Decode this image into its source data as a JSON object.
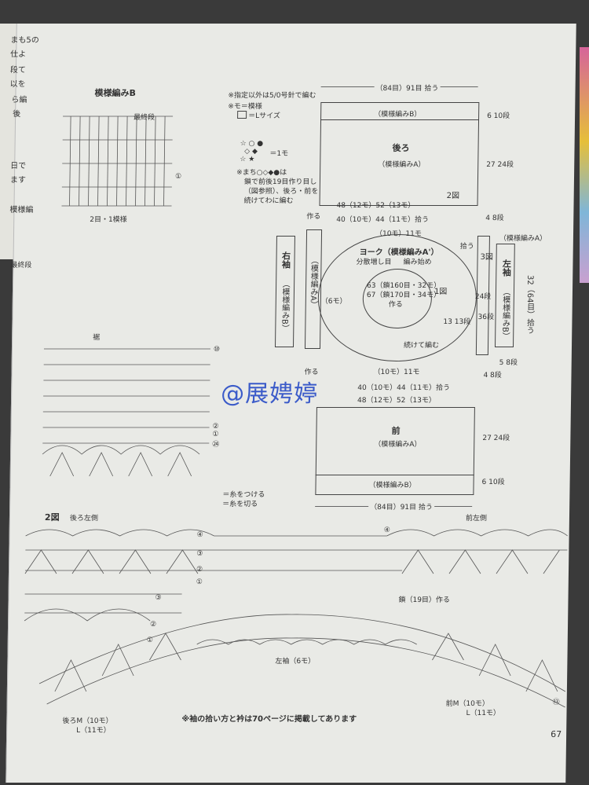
{
  "margin_text": [
    "まも5の",
    "仕よ",
    "段て",
    "以を",
    "ら編",
    "後",
    "",
    "日で",
    "ます",
    "",
    "模様編",
    "",
    "最終段"
  ],
  "pattern_b": {
    "title": "模様編みB",
    "last_row": "最終段",
    "row_1": "①",
    "repeat": "2目・1模様"
  },
  "notes": {
    "line1": "※指定以外は5/0号針で編む",
    "line2": "※モ＝模様",
    "line3": "＝Lサイズ",
    "eq_1mo": "＝1モ",
    "machi1": "※まち○◇◆●は",
    "machi2": "鎖で前後19目作り目し",
    "machi3": "（図参照）、後ろ・前を",
    "machi4": "続けてわに編む"
  },
  "back": {
    "top_dim": "（84目）91目 拾う",
    "band_top": "（模様編みB）",
    "title": "後ろ",
    "sub": "（模様編みA）",
    "fig2": "2図",
    "h_top": "6 10段",
    "h_mid": "27 24段",
    "h_bot": "4 8段",
    "row48": "48（12モ）52（13モ）",
    "row40": "40（10モ）44（11モ）拾う",
    "saku": "作る"
  },
  "yoke": {
    "top": "（10モ）11モ",
    "title": "ヨーク（模様編みA'）",
    "sub1": "分散増し目",
    "sub2": "編み始め",
    "center1": "63（鎖160目・32モ）",
    "center2": "67（鎖170目・34モ）",
    "center3": "作る",
    "fig1": "1図",
    "right13": "13 13段",
    "cont": "続けて編む",
    "bottom": "（10モ）11モ",
    "left6": "（6モ）",
    "right24": "24段",
    "right36": "36段"
  },
  "right_sleeve": {
    "title": "右袖",
    "sub": "（模様編みB）",
    "inner": "（模様編みA）"
  },
  "left_sleeve": {
    "title": "左袖",
    "sub": "（模様編みB）",
    "patA": "（模様編みA）",
    "len": "32（64目）拾う",
    "fig3": "3図",
    "bot": "5 8段",
    "pickup": "拾う"
  },
  "front": {
    "row40": "40（10モ）44（11モ）拾う",
    "row48": "48（12モ）52（13モ）",
    "title": "前",
    "sub": "（模様編みA）",
    "band": "（模様編みB）",
    "bottom_dim": "（84目）91目 拾う",
    "h_mid": "27 24段",
    "h_bot": "6 10段",
    "h_top": "4 8段",
    "saku": "作る"
  },
  "watermark": "@展娉婷",
  "hem": {
    "label": "裾",
    "row10": "⑩",
    "row2": "②",
    "row1": "①",
    "row24": "㉔"
  },
  "legend": {
    "attach": "＝糸をつける",
    "cut": "＝糸を切る"
  },
  "fig2_detail": {
    "title": "2図",
    "left_label": "後ろ左側",
    "right_label": "前左側",
    "chain": "鎖（19目）作る",
    "sleeve": "左袖（6モ）",
    "back_m": "後ろM（10モ）",
    "back_l": "L（11モ）",
    "front_m": "前M（10モ）",
    "front_l": "L（11モ）",
    "r4": "④",
    "r3": "③",
    "r2": "②",
    "r1": "①",
    "r13": "⑬"
  },
  "footnote": "※袖の拾い方と衿は70ページに掲載してあります",
  "page_number": "67"
}
